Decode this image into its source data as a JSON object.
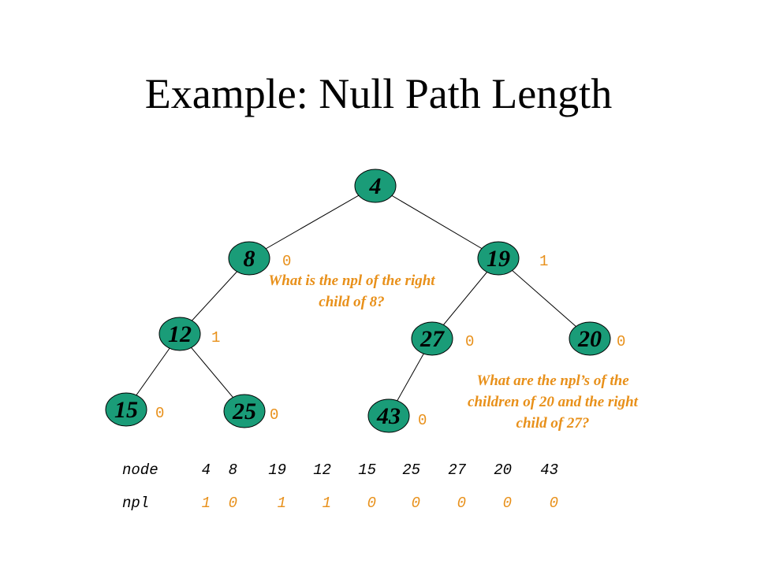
{
  "title": "Example: Null Path Length",
  "colors": {
    "node_fill": "#1a9c78",
    "node_stroke": "#000000",
    "edge": "#000000",
    "npl": "#e8901a",
    "question": "#e8901a",
    "text": "#000000"
  },
  "tree": {
    "nodes": [
      {
        "id": "n4",
        "label": "4",
        "npl": ""
      },
      {
        "id": "n8",
        "label": "8",
        "npl": "0"
      },
      {
        "id": "n19",
        "label": "19",
        "npl": "1"
      },
      {
        "id": "n12",
        "label": "12",
        "npl": "1"
      },
      {
        "id": "n27",
        "label": "27",
        "npl": "0"
      },
      {
        "id": "n20",
        "label": "20",
        "npl": "0"
      },
      {
        "id": "n15",
        "label": "15",
        "npl": "0"
      },
      {
        "id": "n25",
        "label": "25",
        "npl": "0"
      },
      {
        "id": "n43",
        "label": "43",
        "npl": "0"
      }
    ],
    "edges": [
      [
        "n4",
        "n8"
      ],
      [
        "n4",
        "n19"
      ],
      [
        "n8",
        "n12"
      ],
      [
        "n19",
        "n27"
      ],
      [
        "n19",
        "n20"
      ],
      [
        "n12",
        "n15"
      ],
      [
        "n12",
        "n25"
      ],
      [
        "n27",
        "n43"
      ]
    ]
  },
  "questions": [
    "What is the npl of the right child of 8?",
    "What are the npl’s of the  children of 20 and the right child of 27?"
  ],
  "table": {
    "node_header": "node",
    "npl_header": "npl",
    "nodes": [
      "4",
      "8",
      "19",
      "12",
      "15",
      "25",
      "27",
      "20",
      "43"
    ],
    "npls": [
      "1",
      "0",
      "1",
      "1",
      "0",
      "0",
      "0",
      "0",
      "0"
    ]
  }
}
